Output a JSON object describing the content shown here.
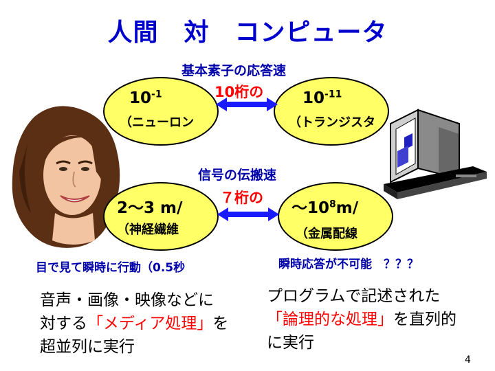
{
  "title": "人間　対　コンピュータ",
  "speed": {
    "heading": "基本素子の応答速",
    "ratio": "10桁の",
    "human": {
      "base": "10",
      "exp": "-1",
      "label": "（ニューロン"
    },
    "computer": {
      "base": "10",
      "exp": "-11",
      "label": "（トランジスタ"
    }
  },
  "transmission": {
    "heading": "信号の伝搬速",
    "ratio": "７桁の",
    "human": {
      "value": "2～3 m/",
      "label": "（神経繊維"
    },
    "computer": {
      "prefix": "～10",
      "exp": "8",
      "suffix": "m/",
      "label": "（金属配線"
    }
  },
  "notes": {
    "left": "目で見て瞬時に行動（0.5秒",
    "right": "瞬時応答が不可能　？？？"
  },
  "left_text": {
    "line1": "音声・画像・映像などに",
    "line2_pre": "対する",
    "line2_red": "「メディア処理」",
    "line2_post": "を",
    "line3": "超並列に実行"
  },
  "right_text": {
    "line1": "プログラムで記述された",
    "line2_red": "「論理的な処理」",
    "line2_post": "を直列的",
    "line3": "に実行"
  },
  "page_number": "4",
  "colors": {
    "title": "#0000cc",
    "heading": "#0000aa",
    "highlight": "#ff0000",
    "ellipse_fill": "#ffff66",
    "arrow": "#1a1aff"
  }
}
